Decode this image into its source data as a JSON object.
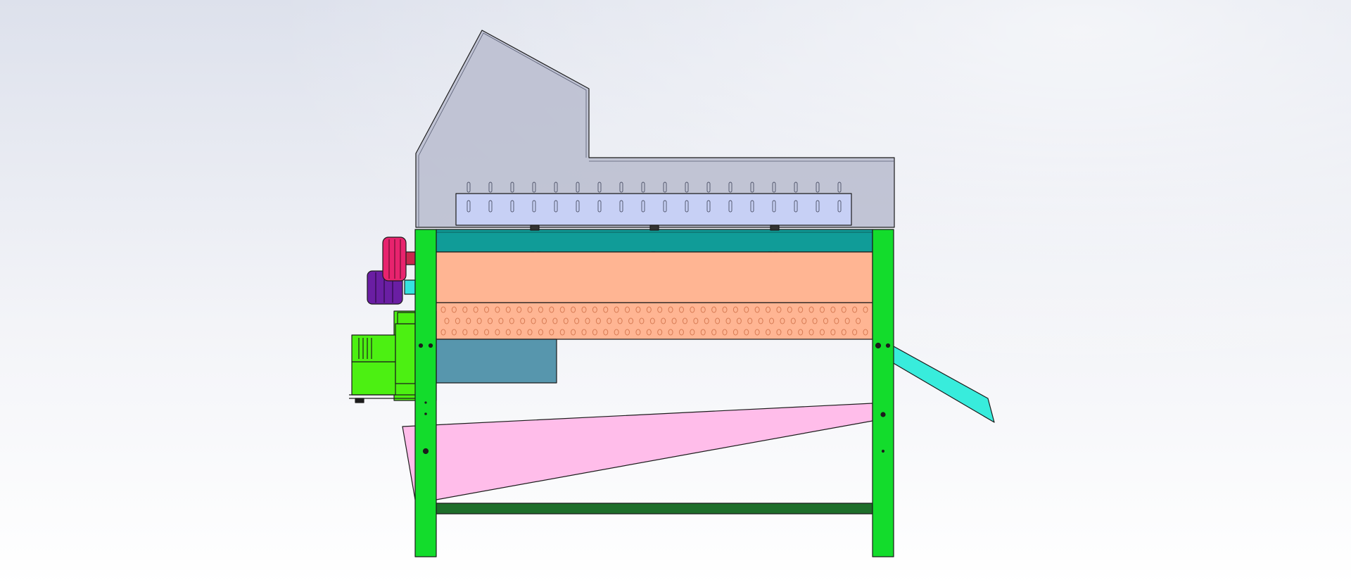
{
  "scene": {
    "view": "side elevation",
    "background": {
      "top": "#dde1ec",
      "mid": "#f3f4f8",
      "bottom": "#ffffff"
    },
    "outline_color": "#1c1c1c"
  },
  "parts": {
    "frame_leg": {
      "color": "#13dc2c"
    },
    "base_crossbar": {
      "color": "#1e6e2a"
    },
    "top_beam": {
      "color": "#109c98"
    },
    "hopper": {
      "color": "#bbbfd0"
    },
    "hopper_slot_panel": {
      "color": "#c7d0f5",
      "slot_count": 18
    },
    "drum_shell": {
      "color": "#ffb593"
    },
    "perforated_screen": {
      "color": "#ffb593",
      "hole_color": "#d67b54",
      "hole_columns": 40,
      "hole_rows": 3
    },
    "lower_box": {
      "color": "#5796ad"
    },
    "discharge_chute": {
      "color": "#ffbdea"
    },
    "outlet_ramp": {
      "color": "#38ecdc"
    },
    "drive_motor": {
      "color": "#4cf012"
    },
    "pulley_large": {
      "color": "#e8236e"
    },
    "pulley_small": {
      "color": "#6a1ea3"
    },
    "shaft_collar": {
      "color": "#35e3e0"
    },
    "shaft_stub": {
      "color": "#c8284e"
    }
  }
}
